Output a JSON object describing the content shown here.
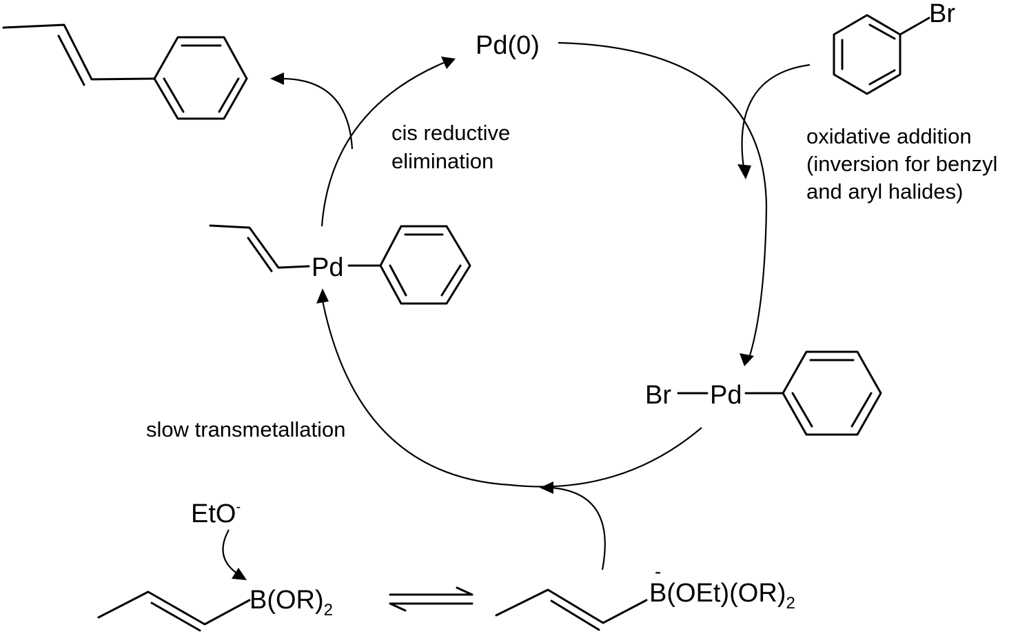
{
  "species": {
    "pd0": "Pd(0)",
    "bromobenzene_br": "Br",
    "oxidative_complex_br": "Br",
    "oxidative_complex_pd": "Pd",
    "trans_complex_pd": "Pd",
    "ethoxide": "EtO",
    "ethoxide_charge": "-",
    "boronic_ester": "B(OR)",
    "boronic_ester_subscript": "2",
    "borate_b": "B",
    "borate_charge": "-",
    "borate_groups": "(OEt)(OR)",
    "borate_subscript": "2"
  },
  "steps": {
    "oxidative_addition": [
      "oxidative addition",
      "(inversion for benzyl",
      "and aryl halides)"
    ],
    "reductive_elimination": [
      "cis reductive",
      "elimination"
    ],
    "transmetallation": "slow transmetallation"
  }
}
